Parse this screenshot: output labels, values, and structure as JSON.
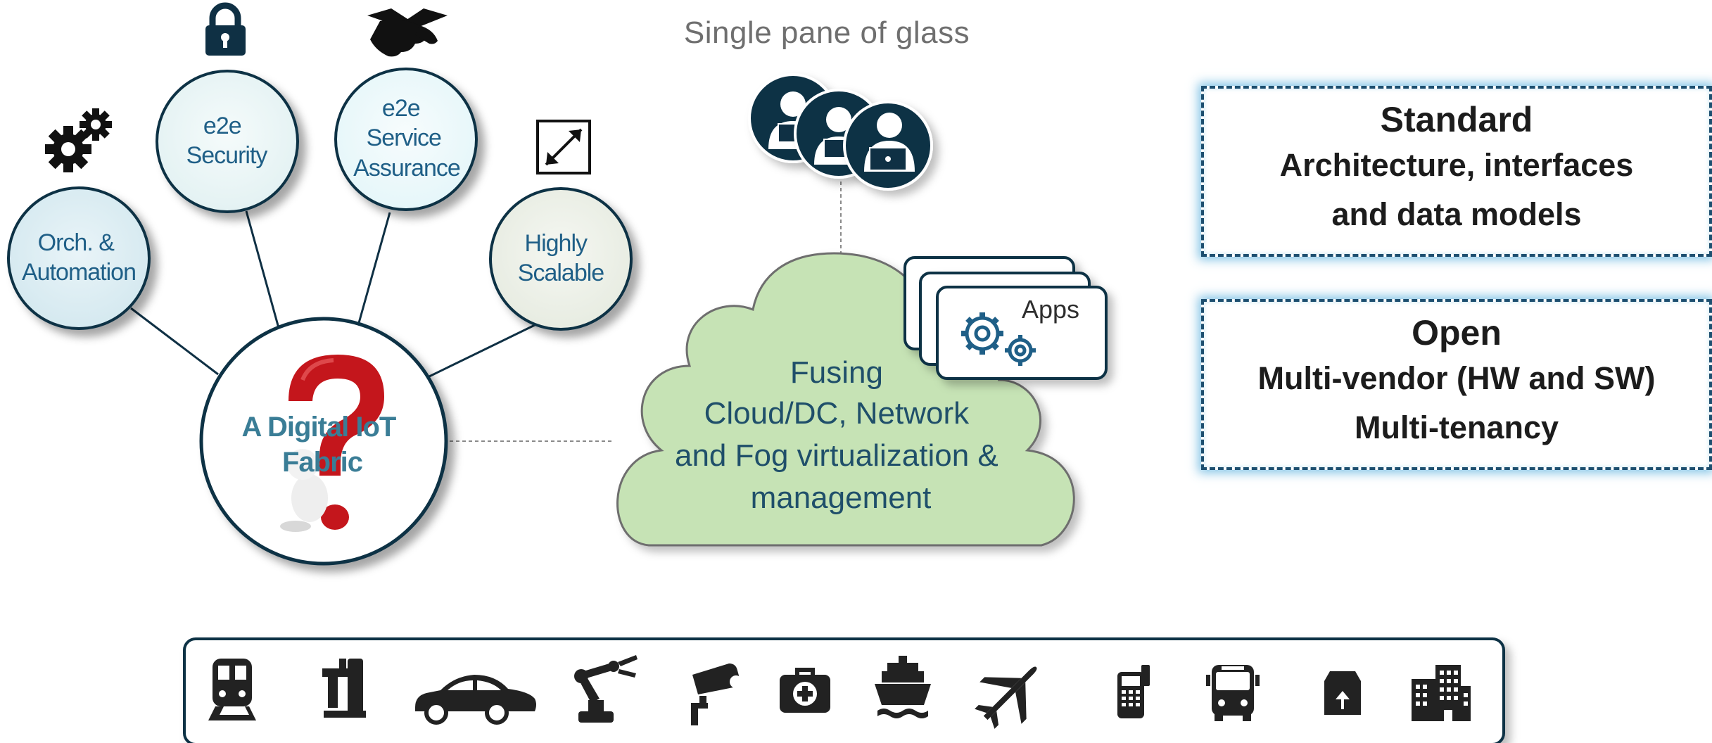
{
  "top_label": "Single pane of glass",
  "center": {
    "line1": "A Digital IoT",
    "line2": "Fabric"
  },
  "attributes": [
    {
      "lines": [
        "Orch. &",
        "Automation"
      ],
      "icon": "gears-icon"
    },
    {
      "lines": [
        "e2e",
        "Security"
      ],
      "icon": "lock-icon"
    },
    {
      "lines": [
        "e2e",
        "Service",
        "Assurance"
      ],
      "icon": "handshake-icon"
    },
    {
      "lines": [
        "Highly",
        "Scalable"
      ],
      "icon": "resize-arrows-icon"
    }
  ],
  "cloud": {
    "lines": [
      "Fusing",
      "Cloud/DC, Network",
      "and Fog virtualization &",
      "management"
    ]
  },
  "apps_label": "Apps",
  "standard": {
    "title": "Standard",
    "lines": [
      "Architecture, interfaces",
      "and data models"
    ]
  },
  "open": {
    "title": "Open",
    "lines": [
      "Multi-vendor (HW and SW)",
      "Multi-tenancy"
    ]
  },
  "endpoints": [
    "train-icon",
    "industrial-machine-icon",
    "car-icon",
    "robot-arm-icon",
    "security-camera-icon",
    "medical-kit-icon",
    "ship-icon",
    "airplane-icon",
    "payment-terminal-icon",
    "bus-icon",
    "package-icon",
    "buildings-icon"
  ],
  "colors": {
    "navy": "#0f3044",
    "teal_text": "#3a7d96",
    "attr_text": "#1f5f87",
    "cloud_fill": "#c6e3b5",
    "cloud_text": "#1f4f6a",
    "box_border": "#1d4f70",
    "glow": "#6cb9e1",
    "question_red": "#c4161c"
  }
}
